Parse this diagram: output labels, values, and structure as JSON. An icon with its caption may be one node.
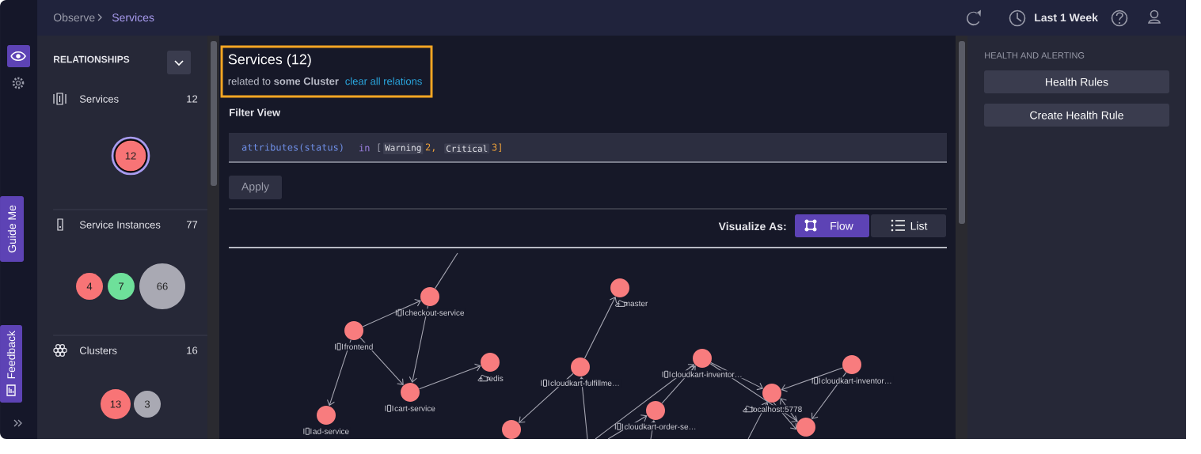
{
  "diagram": {
    "nodes": [
      {
        "text": [
          "Guide Me"
        ]
      },
      {
        "text": [
          "Feedback"
        ]
      },
      {
        "text": [
          "12"
        ]
      },
      {
        "text": [
          "4"
        ]
      },
      {
        "text": [
          "7"
        ]
      },
      {
        "text": [
          "66"
        ]
      },
      {
        "text": [
          "13"
        ]
      },
      {
        "text": [
          "3"
        ]
      },
      {
        "text": [
          "Services (12)",
          "related to **some Cluster**",
          "clear all relations"
        ]
      },
      {
        "text": [
          "attributes(status)",
          "in",
          "[",
          "2,",
          "3]"
        ]
      },
      {
        "text": [
          "Warning"
        ],
        "in": 9
      },
      {
        "text": [
          "Critical"
        ],
        "in": 9
      },
      {
        "text": [
          "Apply"
        ]
      },
      {
        "text": [
          "Flow"
        ]
      },
      {
        "text": [
          "List"
        ]
      },
      {
        "text": [
          "Health Rules"
        ]
      },
      {
        "text": [
          "Create Health Rule"
        ]
      },
      {
        "text": [],
        "shape": "circle",
        "beside": [
          "checkout-service"
        ]
      },
      {
        "text": [],
        "shape": "circle",
        "beside": [
          "frontend"
        ]
      },
      {
        "text": [],
        "shape": "circle",
        "beside": [
          "redis"
        ]
      },
      {
        "text": [],
        "shape": "circle",
        "beside": [
          "cart-service"
        ]
      },
      {
        "text": [],
        "shape": "circle",
        "beside": [
          "ad-service"
        ]
      },
      {
        "text": [],
        "shape": "circle",
        "beside": [
          "master"
        ]
      },
      {
        "text": [],
        "shape": "circle",
        "beside": [
          "cloudkart-fulfillme…"
        ]
      },
      {
        "text": [],
        "shape": "circle",
        "beside": [
          "cloudkart-inventor…"
        ]
      },
      {
        "text": [],
        "shape": "circle",
        "beside": [
          "cloudkart-inventor…"
        ]
      },
      {
        "text": [],
        "shape": "circle",
        "beside": [
          "localhost:5778"
        ]
      },
      {
        "text": [],
        "shape": "circle",
        "beside": [
          "cloudkart-order-se…"
        ]
      },
      {
        "text": [],
        "shape": "circle"
      },
      {
        "text": [],
        "shape": "circle"
      }
    ],
    "edges": [
      {
        "from": 17,
        "to": null,
        "arrow": "none"
      },
      {
        "from": 18,
        "to": 17,
        "arrow": "to"
      },
      {
        "from": 17,
        "to": 20,
        "arrow": "to"
      },
      {
        "from": 18,
        "to": 20,
        "arrow": "to"
      },
      {
        "from": 18,
        "to": 21,
        "arrow": "to"
      },
      {
        "from": 20,
        "to": 19,
        "arrow": "to"
      },
      {
        "from": 23,
        "to": 22,
        "arrow": "to"
      },
      {
        "from": 23,
        "to": 28,
        "arrow": "to"
      },
      {
        "from": null,
        "to": 23,
        "arrow": "to"
      },
      {
        "from": null,
        "to": 24,
        "arrow": "to"
      },
      {
        "from": 27,
        "to": 24,
        "arrow": "to"
      },
      {
        "from": null,
        "to": 27,
        "arrow": "to"
      },
      {
        "from": null,
        "to": 27,
        "arrow": "to"
      },
      {
        "from": 24,
        "to": 26,
        "arrow": "to"
      },
      {
        "from": 24,
        "to": 29,
        "arrow": "to"
      },
      {
        "from": 25,
        "to": 26,
        "arrow": "to"
      },
      {
        "from": 25,
        "to": 29,
        "arrow": "to"
      },
      {
        "from": 29,
        "to": 26,
        "arrow": "to"
      },
      {
        "from": null,
        "to": 26,
        "arrow": "to"
      },
      {
        "from": 26,
        "to": 29,
        "arrow": "to"
      }
    ],
    "labels": [
      "Observe",
      "Services",
      "Last 1 Week",
      "RELATIONSHIPS",
      "Services",
      "12",
      "Service Instances",
      "77",
      "Clusters",
      "16",
      "Filter View",
      "Visualize As:",
      "HEALTH AND ALERTING"
    ]
  }
}
